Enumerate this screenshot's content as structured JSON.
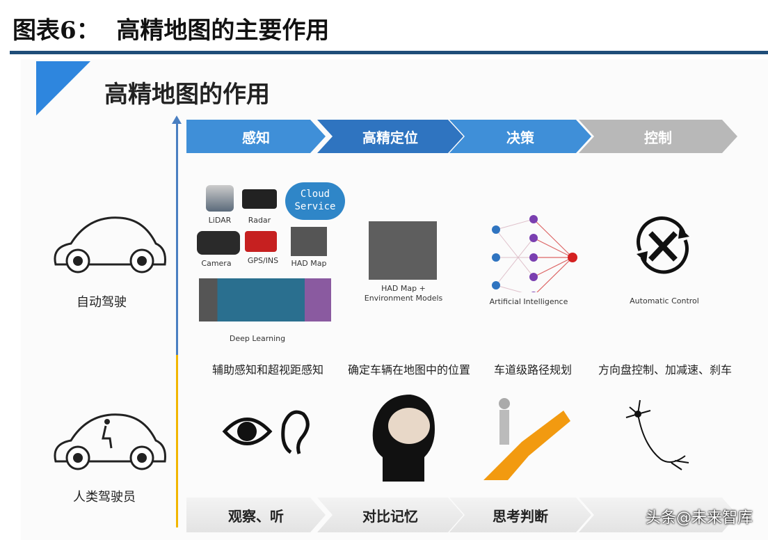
{
  "figure_title": "图表6：  高精地图的主要作用",
  "heading": "高精地图的作用",
  "stages": [
    "感知",
    "高精定位",
    "决策",
    "控制"
  ],
  "stage_colors": [
    "#3f8fd8",
    "#2f74c0",
    "#3f8fd8",
    "#b8b8b8"
  ],
  "left": {
    "auto": "自动驾驶",
    "human": "人类驾驶员"
  },
  "perception_items": {
    "lidar": "LiDAR",
    "radar": "Radar",
    "cloud": "Cloud Service",
    "camera": "Camera",
    "gps": "GPS/INS",
    "had_map": "HAD Map",
    "deep_learning": "Deep Learning"
  },
  "localization_caption": "HAD Map + Environment Models",
  "ai_caption": "Artificial Intelligence",
  "control_caption": "Automatic Control",
  "descriptions": [
    "辅助感知和超视距感知",
    "确定车辆在地图中的位置",
    "车道级路径规划",
    "方向盘控制、加减速、刹车"
  ],
  "human_stages": [
    "观察、听",
    "对比记忆",
    "思考判断",
    ""
  ],
  "watermark": "头条@未来智库"
}
